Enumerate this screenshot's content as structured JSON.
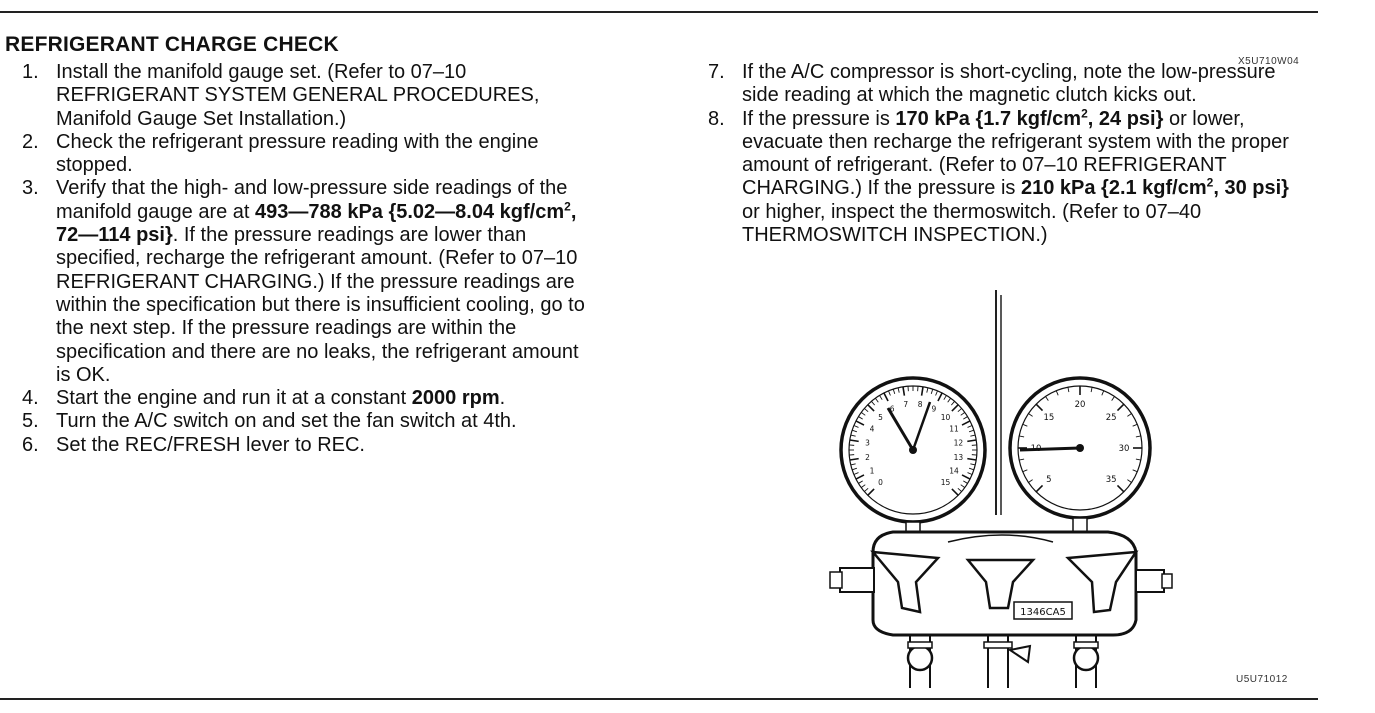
{
  "document": {
    "title": "REFRIGERANT CHARGE CHECK",
    "code_top": "X5U710W04",
    "figure_code": "U5U71012"
  },
  "left_steps": [
    {
      "num": "1.",
      "segments": [
        {
          "t": "Install the manifold gauge set. (Refer to 07–10 REFRIGERANT SYSTEM GENERAL PROCEDURES, Manifold Gauge Set Installation.)"
        }
      ]
    },
    {
      "num": "2.",
      "segments": [
        {
          "t": "Check the refrigerant pressure reading with the engine stopped."
        }
      ]
    },
    {
      "num": "3.",
      "segments": [
        {
          "t": "Verify that the high- and low-pressure side readings of the manifold gauge are at "
        },
        {
          "t": "493—788 kPa {5.02—8.04 kgf/cm",
          "b": true
        },
        {
          "t": "2",
          "b": true,
          "sup": true
        },
        {
          "t": ", 72—114 psi}",
          "b": true
        },
        {
          "t": ". If the pressure readings are lower than specified, recharge the refrigerant amount. (Refer to 07–10 REFRIGERANT CHARGING.) If the pressure readings are within the specification but there is insufficient cooling, go to the next step. If the pressure readings are within the specification and there are no leaks, the refrigerant amount is OK."
        }
      ]
    },
    {
      "num": "4.",
      "segments": [
        {
          "t": "Start the engine and run it at a constant "
        },
        {
          "t": "2000 rpm",
          "b": true
        },
        {
          "t": "."
        }
      ]
    },
    {
      "num": "5.",
      "segments": [
        {
          "t": "Turn the A/C switch on and set the fan switch at 4th."
        }
      ]
    },
    {
      "num": "6.",
      "segments": [
        {
          "t": "Set the REC/FRESH lever to REC."
        }
      ]
    }
  ],
  "right_steps": [
    {
      "num": "7.",
      "segments": [
        {
          "t": "If the A/C compressor is short-cycling, note the low-pressure side reading at which the magnetic clutch kicks out."
        }
      ]
    },
    {
      "num": "8.",
      "segments": [
        {
          "t": "If the pressure is "
        },
        {
          "t": "170 kPa {1.7 kgf/cm",
          "b": true
        },
        {
          "t": "2",
          "b": true,
          "sup": true
        },
        {
          "t": ", 24 psi}",
          "b": true
        },
        {
          "t": " or lower, evacuate then recharge the refrigerant system with the proper amount of refrigerant. (Refer to 07–10 REFRIGERANT CHARGING.) If the pressure is "
        },
        {
          "t": "210 kPa {2.1 kgf/cm",
          "b": true
        },
        {
          "t": "2",
          "b": true,
          "sup": true
        },
        {
          "t": ", 30 psi}",
          "b": true
        },
        {
          "t": " or higher, inspect the thermoswitch. (Refer to 07–40 THERMOSWITCH INSPECTION.)"
        }
      ]
    }
  ],
  "figure": {
    "left_gauge_ticks": [
      "0",
      "1",
      "2",
      "3",
      "4",
      "5",
      "6",
      "7",
      "8",
      "9",
      "10",
      "11",
      "12",
      "13",
      "14",
      "15"
    ],
    "right_gauge_ticks": [
      "5",
      "10",
      "15",
      "20",
      "25",
      "30",
      "35"
    ],
    "tag": "1346CA5"
  }
}
